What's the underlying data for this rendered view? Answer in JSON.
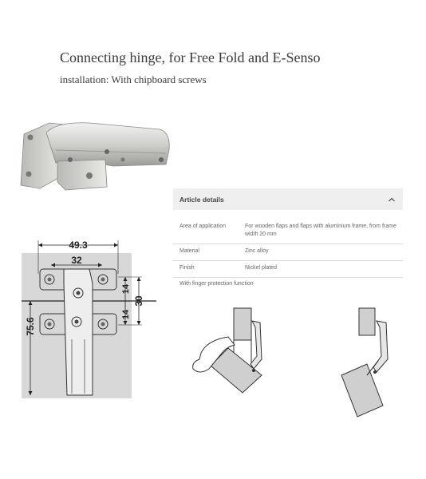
{
  "header": {
    "title": "Connecting hinge, for Free Fold and E-Senso",
    "subtitle": "installation: With chipboard screws"
  },
  "article_details": {
    "heading": "Article details",
    "rows": [
      {
        "label": "Area of application",
        "value": "For wooden flaps and flaps with aluminium frame, from frame width 20 mm"
      },
      {
        "label": "Material",
        "value": "Zinc alloy"
      },
      {
        "label": "Finish",
        "value": "Nickel plated"
      }
    ],
    "note": "With finger protection function"
  },
  "drawing": {
    "dim_width_outer": "49.3",
    "dim_width_inner": "32",
    "dim_height_total": "75.6",
    "dim_right_top": "14",
    "dim_right_bottom": "14",
    "dim_right_total": "30"
  },
  "icons": {
    "collapse": "chevron-up-icon"
  }
}
